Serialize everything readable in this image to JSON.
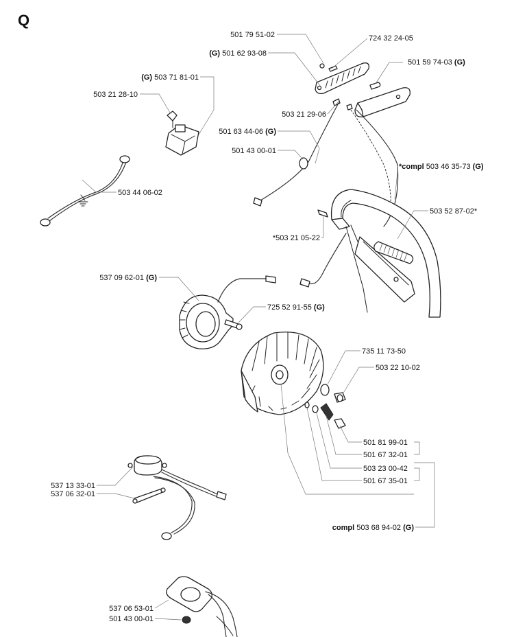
{
  "section_letter": "Q",
  "labels": {
    "l1": {
      "pre": "",
      "bold_pre": "",
      "num": "501 79 51-02",
      "bold_post": ""
    },
    "l2": {
      "pre": "",
      "bold_pre": "",
      "num": "724 32 24-05",
      "bold_post": ""
    },
    "l3": {
      "pre": "",
      "bold_pre": "(G)",
      "num": "501 62 93-08",
      "bold_post": ""
    },
    "l4": {
      "pre": "",
      "bold_pre": "",
      "num": "501 59 74-03",
      "bold_post": "(G)"
    },
    "l5": {
      "pre": "",
      "bold_pre": "(G)",
      "num": "503 71 81-01",
      "bold_post": ""
    },
    "l6": {
      "pre": "",
      "bold_pre": "",
      "num": "503 21 28-10",
      "bold_post": ""
    },
    "l7": {
      "pre": "",
      "bold_pre": "",
      "num": "503 21 29-06",
      "bold_post": ""
    },
    "l8": {
      "pre": "",
      "bold_pre": "",
      "num": "501 63 44-06",
      "bold_post": "(G)"
    },
    "l9": {
      "pre": "",
      "bold_pre": "",
      "num": "501 43 00-01",
      "bold_post": ""
    },
    "l10": {
      "pre": "",
      "bold_pre": "*compl",
      "num": "503 46 35-73",
      "bold_post": "(G)"
    },
    "l11": {
      "pre": "",
      "bold_pre": "",
      "num": "503 44 06-02",
      "bold_post": ""
    },
    "l12": {
      "pre": "",
      "bold_pre": "",
      "num": "503 52 87-02*",
      "bold_post": ""
    },
    "l13": {
      "pre": "",
      "bold_pre": "",
      "num": "*503 21 05-22",
      "bold_post": ""
    },
    "l14": {
      "pre": "",
      "bold_pre": "",
      "num": "537 09 62-01",
      "bold_post": "(G)"
    },
    "l15": {
      "pre": "",
      "bold_pre": "",
      "num": "725 52 91-55",
      "bold_post": "(G)"
    },
    "l16": {
      "pre": "",
      "bold_pre": "",
      "num": "735 11 73-50",
      "bold_post": ""
    },
    "l17": {
      "pre": "",
      "bold_pre": "",
      "num": "503 22 10-02",
      "bold_post": ""
    },
    "l18": {
      "pre": "",
      "bold_pre": "",
      "num": "501 81 99-01",
      "bold_post": ""
    },
    "l19": {
      "pre": "",
      "bold_pre": "",
      "num": "501 67 32-01",
      "bold_post": ""
    },
    "l20": {
      "pre": "",
      "bold_pre": "",
      "num": "503 23 00-42",
      "bold_post": ""
    },
    "l21": {
      "pre": "",
      "bold_pre": "",
      "num": "501 67 35-01",
      "bold_post": ""
    },
    "l22": {
      "pre": "",
      "bold_pre": "",
      "num": "537 13 33-01",
      "bold_post": ""
    },
    "l23": {
      "pre": "",
      "bold_pre": "",
      "num": "537 06 32-01",
      "bold_post": ""
    },
    "l24": {
      "pre": "",
      "bold_pre": "compl",
      "num": "503 68 94-02",
      "bold_post": "(G)"
    },
    "l25": {
      "pre": "",
      "bold_pre": "",
      "num": "537 06 53-01",
      "bold_post": ""
    },
    "l26": {
      "pre": "",
      "bold_pre": "",
      "num": "501 43 00-01",
      "bold_post": ""
    }
  }
}
